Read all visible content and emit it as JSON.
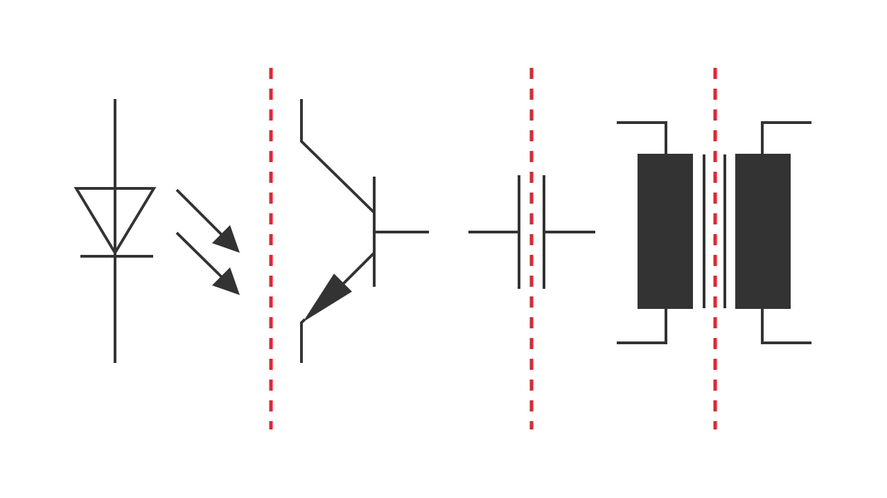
{
  "colors": {
    "background": "#ffffff",
    "symbol": "#333333",
    "isolation_barrier": "#e8232f"
  },
  "symbols": [
    {
      "name": "photodiode",
      "icon": "photodiode-icon"
    },
    {
      "name": "light-rays",
      "icon": "light-arrows-icon"
    },
    {
      "name": "phototransistor",
      "icon": "transistor-icon"
    },
    {
      "name": "capacitor",
      "icon": "capacitor-icon"
    },
    {
      "name": "transformer",
      "icon": "transformer-icon"
    }
  ],
  "barriers": 3
}
